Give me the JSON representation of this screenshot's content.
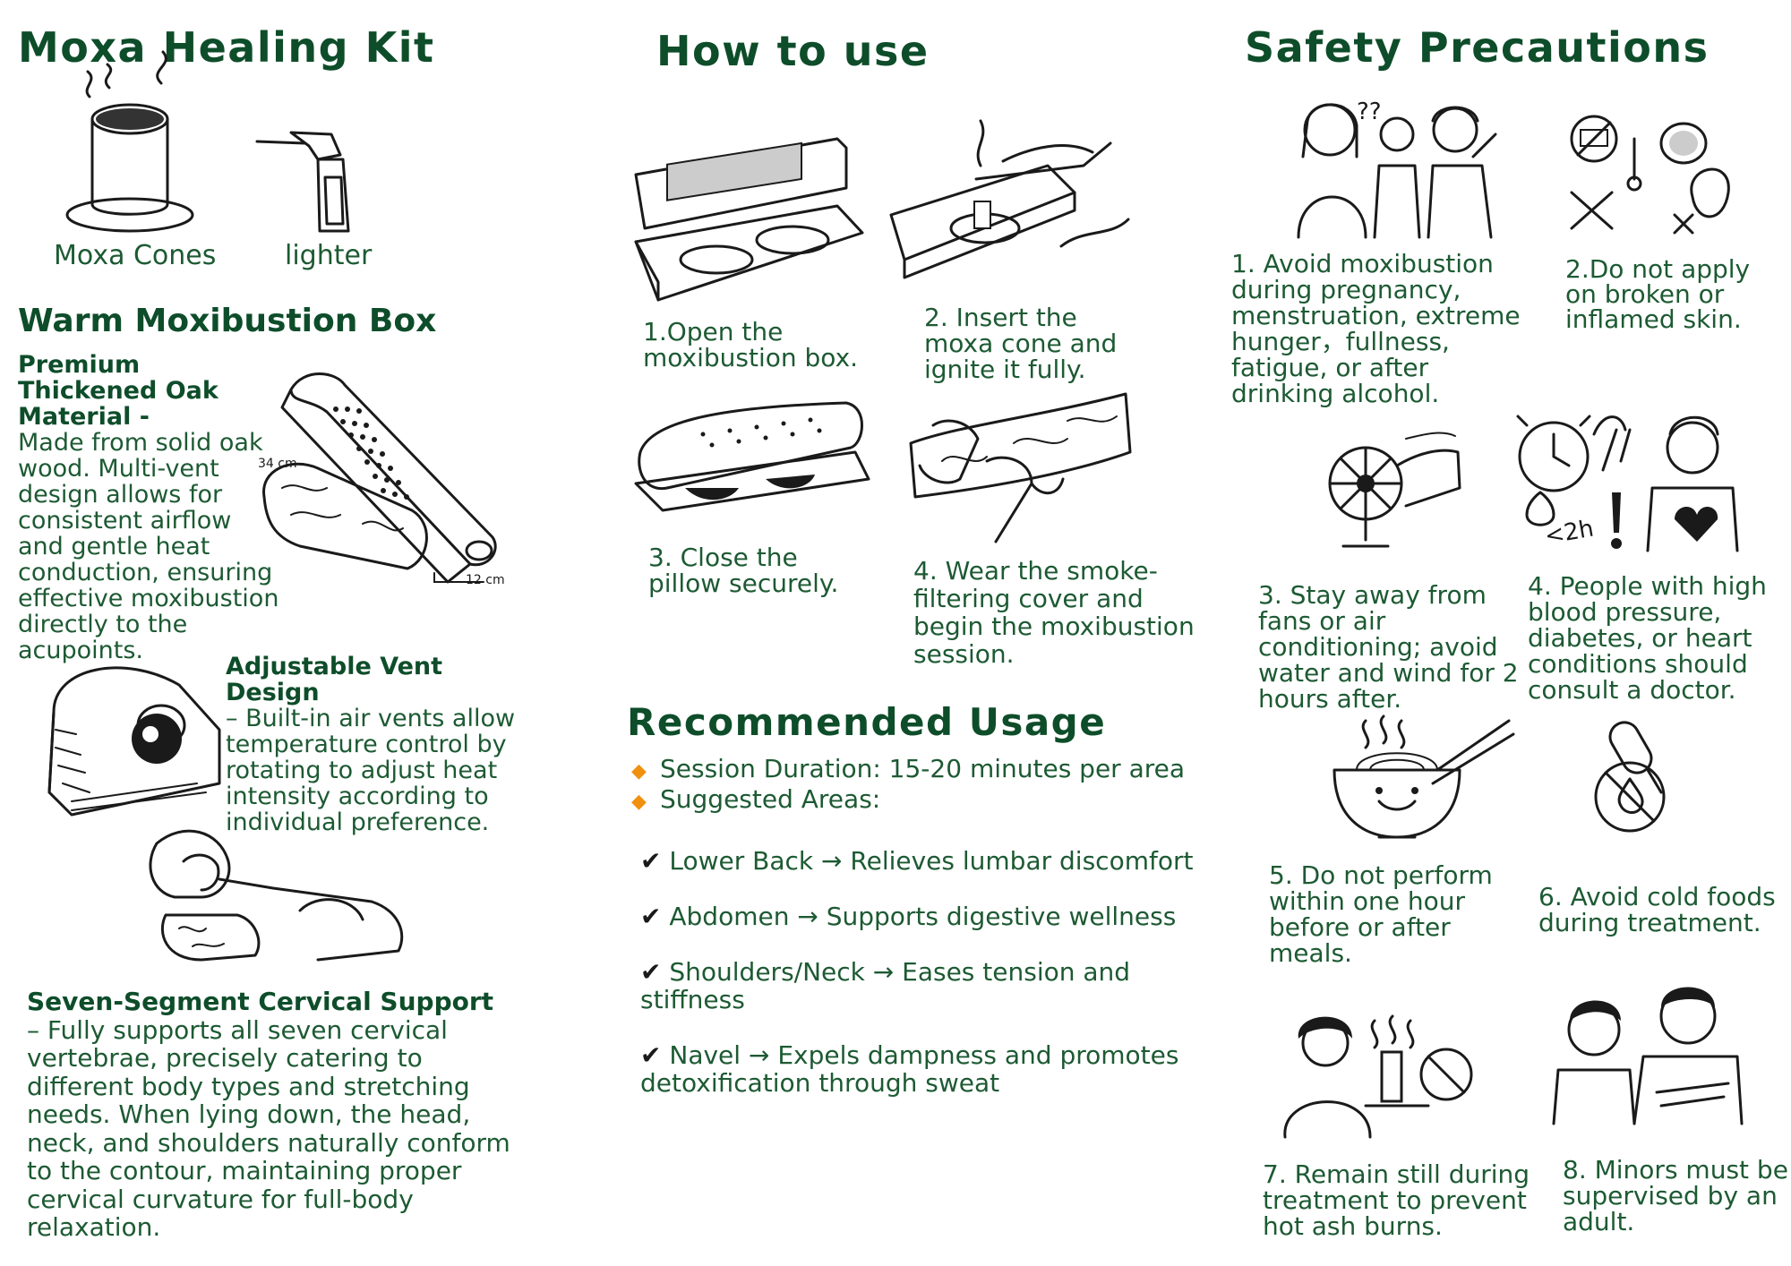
{
  "kit": {
    "title": "Moxa Healing Kit",
    "cones_label": "Moxa Cones",
    "lighter_label": "lighter"
  },
  "box": {
    "heading": "Warm Moxibustion Box",
    "feature1_title": "Premium Thickened Oak Material -",
    "feature1_text": "Made from solid oak wood. Multi-vent design allows for consistent airflow and gentle heat conduction, ensuring effective moxibustion directly to the acupoints.",
    "dim_length": "34 cm",
    "dim_width": "12 cm",
    "feature2_title": "Adjustable Vent Design",
    "feature2_text": "–  Built-in air vents allow temperature control by rotating to adjust heat intensity according to individual preference.",
    "feature3_title": "Seven-Segment Cervical Support",
    "feature3_text": "–  Fully supports all seven cervical vertebrae, precisely catering to different body types and stretching needs. When lying down, the head, neck, and shoulders naturally conform to the contour, maintaining proper cervical curvature for full-body relaxation."
  },
  "howto": {
    "title": "How to use",
    "steps": [
      "1.Open the\n   moxibustion box.",
      "2. Insert the\nmoxa cone and\nignite it fully.",
      "3. Close the\npillow securely.",
      "4. Wear the smoke-\nfiltering cover and\nbegin the moxibustion\nsession."
    ]
  },
  "usage": {
    "title": "Recommended Usage",
    "bullets": [
      "Session Duration: 15-20 minutes per area",
      "Suggested Areas:"
    ],
    "checks": [
      "Lower Back → Relieves lumbar discomfort",
      "Abdomen → Supports digestive wellness",
      "Shoulders/Neck → Eases tension and\nstiffness",
      "Navel → Expels dampness and promotes\ndetoxification through sweat"
    ],
    "check_mark": "✔"
  },
  "safety": {
    "title": "Safety Precautions",
    "items": [
      "1.  Avoid moxibustion\n     during pregnancy,\n     menstruation, extreme\n     hunger，fullness,\n     fatigue, or after\n     drinking alcohol.",
      "2.Do not apply\non broken or\ninflamed skin.",
      "3. Stay away from\nfans or air\nconditioning; avoid\nwater and wind for 2\nhours after.",
      "4. People with high\nblood pressure,\ndiabetes, or heart\nconditions should\nconsult a doctor.",
      "5. Do not perform\nwithin one hour\nbefore or after\nmeals.",
      "6. Avoid cold foods\nduring treatment.",
      "7. Remain still during\ntreatment to prevent\nhot ash burns.",
      "8. Minors must be\nsupervised by an\nadult."
    ],
    "clock_label": "<2h",
    "question_marks": "??"
  },
  "colors": {
    "heading_green": "#0e4d2a",
    "text_green": "#1d5a33",
    "bullet_orange": "#f0900e"
  }
}
